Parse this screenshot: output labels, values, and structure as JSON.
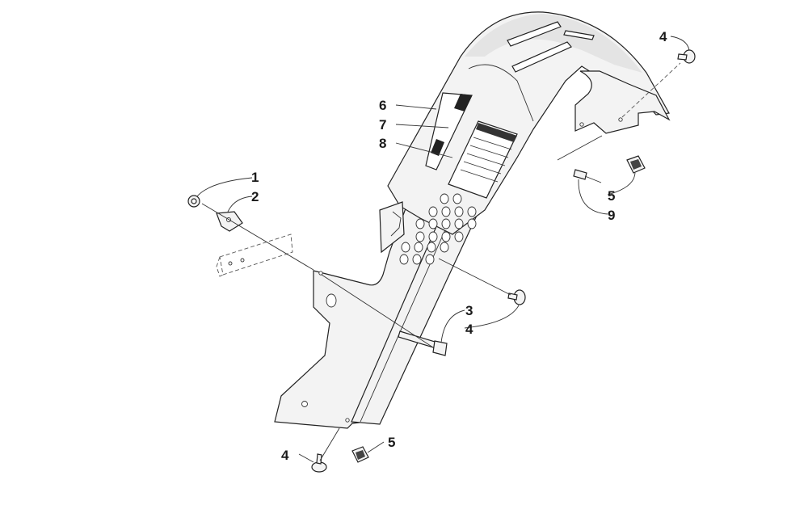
{
  "callouts": {
    "c1": "1",
    "c2": "2",
    "c3": "3",
    "c4_bolt": "4",
    "c4_top": "4",
    "c4_bottom": "4",
    "c5_top": "5",
    "c5_bottom": "5",
    "c6": "6",
    "c7": "7",
    "c8": "8",
    "c9": "9"
  }
}
